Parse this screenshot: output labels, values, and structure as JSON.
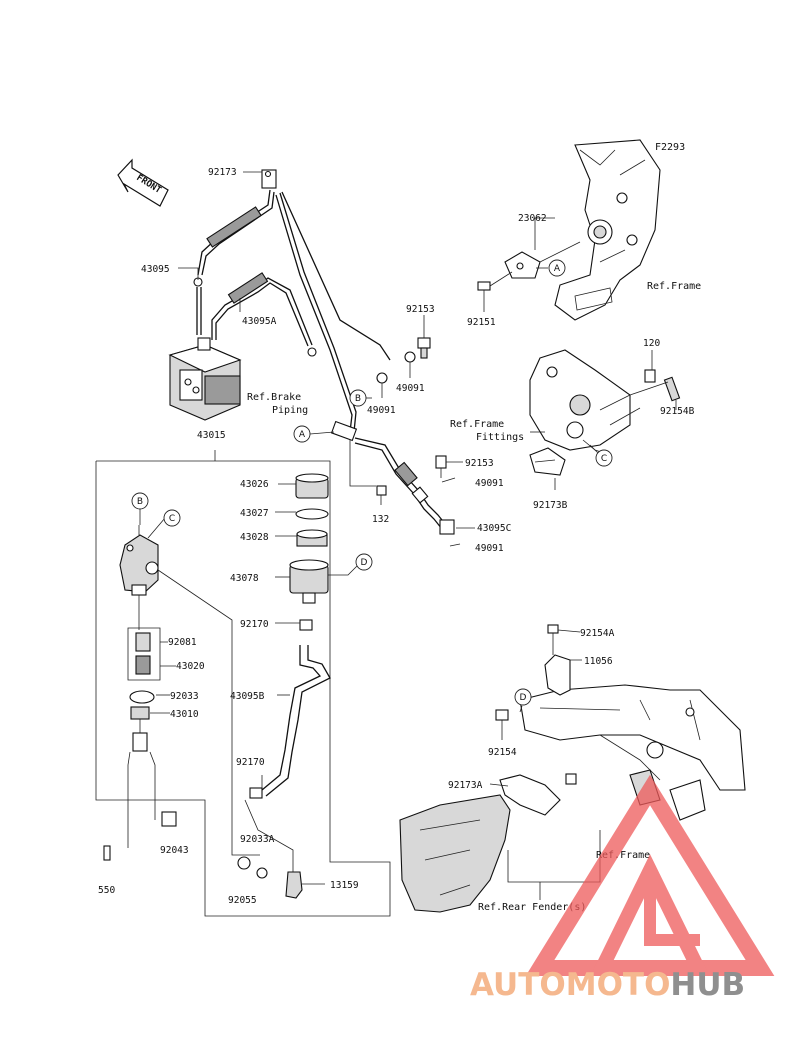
{
  "diagram_id": "F2293",
  "front_label": "FRONT",
  "callouts": [
    "A",
    "B",
    "C",
    "D"
  ],
  "references": {
    "frame": "Ref.Frame",
    "brake_piping_1": "Ref.Brake",
    "brake_piping_2": "Piping",
    "frame_fittings_1": "Ref.Frame",
    "frame_fittings_2": "Fittings",
    "frame_lower": "Ref.Frame",
    "rear_fender": "Ref.Rear Fender(s)"
  },
  "parts": {
    "p92173": "92173",
    "p43095": "43095",
    "p43095A": "43095A",
    "p23062": "23062",
    "p92151": "92151",
    "p92153_top": "92153",
    "p49091_a": "49091",
    "p49091_b": "49091",
    "p120": "120",
    "p92154B": "92154B",
    "p43015": "43015",
    "p43026": "43026",
    "p43027": "43027",
    "p43028": "43028",
    "p43078": "43078",
    "p92170_a": "92170",
    "p92081": "92081",
    "p43020": "43020",
    "p92033": "92033",
    "p43010": "43010",
    "p43095B": "43095B",
    "p92170_b": "92170",
    "p92043": "92043",
    "p550": "550",
    "p92033A": "92033A",
    "p92055": "92055",
    "p13159": "13159",
    "p92153_mid": "92153",
    "p49091_c": "49091",
    "p132": "132",
    "p43095C": "43095C",
    "p49091_d": "49091",
    "p92173B": "92173B",
    "p92154A": "92154A",
    "p11056": "11056",
    "p92154": "92154",
    "p92173A": "92173A"
  },
  "watermark": {
    "auto": "AUTO",
    "moto": "MOTO",
    "hub": "HUB",
    "colors": {
      "auto": "#f5b88f",
      "hub": "#8f8f8f",
      "triangle": "#ee5a5a"
    }
  }
}
